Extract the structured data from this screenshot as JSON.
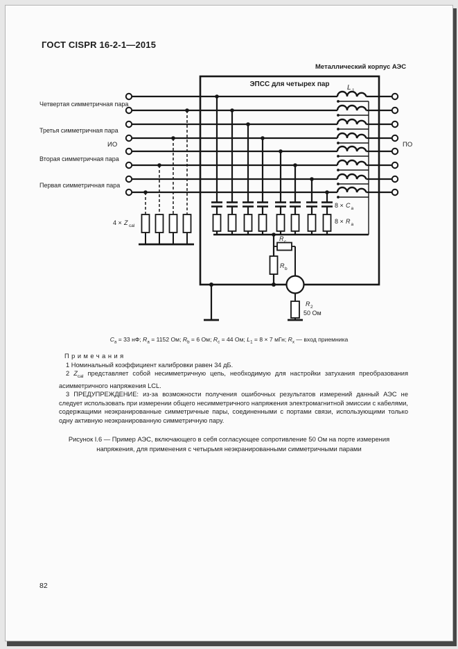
{
  "page": {
    "header": "ГОСТ CISPR 16-2-1—2015",
    "page_number": "82"
  },
  "diagram": {
    "case_label": "Металлический корпус АЭС",
    "box_title": "ЭПСС для четырех пар",
    "left_labels": {
      "pair4": "Четвертая симметричная пара",
      "pair3": "Третья симметричная пара",
      "io": "ИО",
      "pair2": "Вторая симметричная пара",
      "pair1": "Первая симметричная пара"
    },
    "right_label": "ПО",
    "components": {
      "l1_sym": "L",
      "l1_sub": "1",
      "zcal_prefix": "4 ×",
      "zcal_sym": "Z",
      "zcal_sub": "cal",
      "ca_prefix": "8 ×",
      "ca_sym": "C",
      "ca_sub": "a",
      "ra_prefix": "8 ×",
      "ra_sym": "R",
      "ra_sub": "a",
      "rc_sym": "R",
      "rc_sub": "c",
      "rb_sym": "R",
      "rb_sub": "b",
      "r2_sym": "R",
      "r2_sub": "2",
      "r2_value": "50 Ом"
    },
    "legend_html": "<i>C</i><sub>a</sub> = 33 нФ; <i>R</i><sub>a</sub> = 1152 Ом; <i>R</i><sub>b</sub> = 6 Ом; <i>R</i><sub>c</sub> = 44 Ом; <i>L</i><sub>1</sub> = 8 × 7 мГн; <i>R</i><sub>x</sub> — вход приемника"
  },
  "notes": {
    "heading": "Примечания",
    "note1_html": "1 Номинальный коэффициент калибровки равен 34 дБ.",
    "note2_html": "2 <i>Z</i><sub>cal</sub> представляет собой несимметричную цепь, необходимую для настройки затухания преобразования асимметричного напряжения LCL.",
    "note3_html": "3 ПРЕДУПРЕЖДЕНИЕ: из-за возможности получения ошибочных результатов измерений данный АЭС не следует использовать при измерении общего несимметричного напряжения электромагнитной эмиссии с кабелями, содержащими неэкранированные симметричные пары, соединенными с портами связи, использующими только одну активную неэкранированную симметричную пару."
  },
  "caption": "Рисунок I.6 — Пример АЭС, включающего в себя согласующее сопротивление 50 Ом на порте измерения напряжения, для применения с четырьмя неэкранированными симметричными парами"
}
